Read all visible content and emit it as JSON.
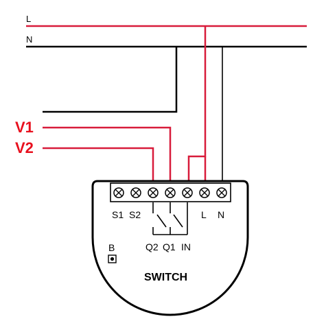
{
  "colors": {
    "live": "#d81b3a",
    "neutral": "#000000",
    "device": "#000000",
    "label_red": "#e8101e"
  },
  "lines": {
    "live_label": "L",
    "neutral_label": "N"
  },
  "outputs": {
    "v1_label": "V1",
    "v2_label": "V2"
  },
  "device": {
    "title": "SWITCH",
    "terminals": {
      "s1": "S1",
      "s2": "S2",
      "l": "L",
      "n": "N"
    },
    "contacts": {
      "q2": "Q2",
      "q1": "Q1",
      "in": "IN"
    },
    "button_label": "B"
  }
}
